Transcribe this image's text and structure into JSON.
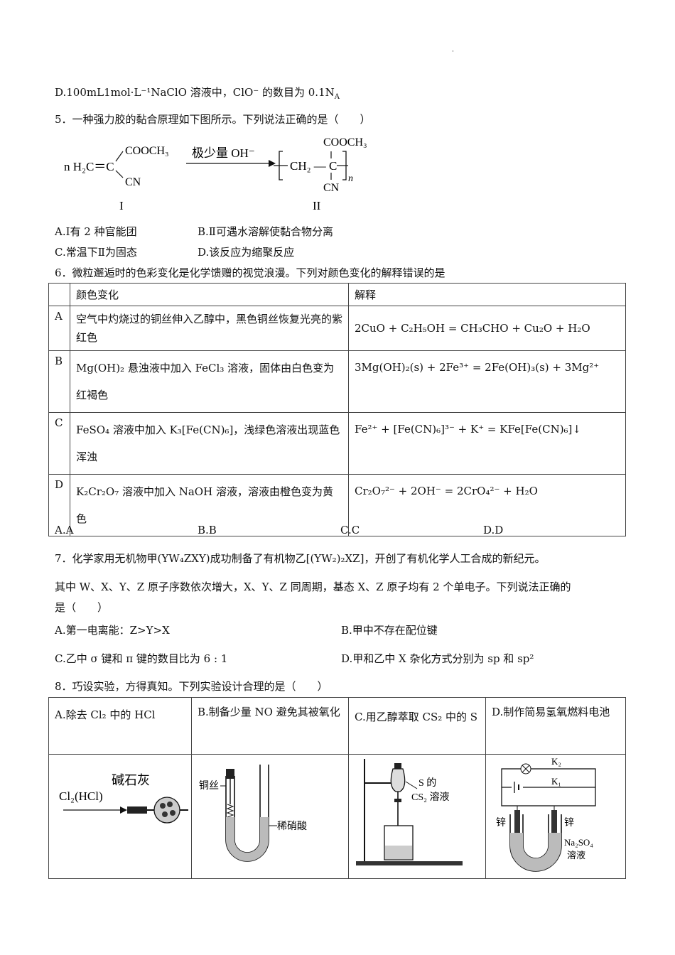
{
  "dot": "·",
  "q4d": "D.100mL1mol·L⁻¹NaClO 溶液中，ClO⁻ 的数目为 0.1N",
  "q4d_sub": "A",
  "q5": {
    "stem": "5．一种强力胶的黏合原理如下图所示。下列说法正确的是（　　）",
    "arrow_label": "极少量 OH⁻",
    "mono_left": "n H₂C＝C",
    "sub1": "COOCH₃",
    "sub2": "CN",
    "poly": "CH₂ — C",
    "poly_n": "n",
    "label_I": "I",
    "label_II": "II",
    "opt_a": "A.Ⅰ有 2 种官能团",
    "opt_b": "B.Ⅱ可遇水溶解使黏合物分离",
    "opt_c": "C.常温下Ⅱ为固态",
    "opt_d": "D.该反应为缩聚反应"
  },
  "q6": {
    "stem": "6．微粒邂逅时的色彩变化是化学馈赠的视觉浪漫。下列对颜色变化的解释错误的是",
    "head_change": "颜色变化",
    "head_explain": "解释",
    "rows": [
      {
        "key": "A",
        "change": "空气中灼烧过的铜丝伸入乙醇中，黑色铜丝恢复光亮的紫红色",
        "explain": "2CuO + C₂H₅OH = CH₃CHO + Cu₂O + H₂O"
      },
      {
        "key": "B",
        "change": "Mg(OH)₂ 悬浊液中加入 FeCl₃ 溶液，固体由白色变为红褐色",
        "explain": "3Mg(OH)₂(s) + 2Fe³⁺ = 2Fe(OH)₃(s) + 3Mg²⁺"
      },
      {
        "key": "C",
        "change": "FeSO₄ 溶液中加入 K₃[Fe(CN)₆]，浅绿色溶液出现蓝色浑浊",
        "explain": "Fe²⁺ + [Fe(CN)₆]³⁻ + K⁺ = KFe[Fe(CN)₆]↓"
      },
      {
        "key": "D",
        "change": "K₂Cr₂O₇ 溶液中加入 NaOH 溶液，溶液由橙色变为黄色",
        "explain": "Cr₂O₇²⁻ + 2OH⁻ = 2CrO₄²⁻ + H₂O"
      }
    ],
    "opt_a": "A.A",
    "opt_b": "B.B",
    "opt_c": "C.C",
    "opt_d": "D.D"
  },
  "q7": {
    "line1": "7．化学家用无机物甲(YW₄ZXY)成功制备了有机物乙[(YW₂)₂XZ]，开创了有机化学人工合成的新纪元。",
    "line2": "其中 W、X、Y、Z 原子序数依次增大，X、Y、Z 同周期，基态 X、Z 原子均有 2 个单电子。下列说法正确的",
    "line3": "是（　　）",
    "opt_a": "A.第一电离能：Z>Y>X",
    "opt_b": "B.甲中不存在配位键",
    "opt_c": "C.乙中 σ 键和 π 键的数目比为 6 : 1",
    "opt_d": "D.甲和乙中 X 杂化方式分别为 sp 和 sp²"
  },
  "q8": {
    "stem": "8．巧设实验，方得真知。下列实验设计合理的是（　　）",
    "cells": [
      "A.除去 Cl₂ 中的 HCl",
      "B.制备少量 NO 避免其被氧化",
      "C.用乙醇萃取 CS₂ 中的 S",
      "D.制作简易氢氧燃料电池"
    ],
    "figA": {
      "gas": "Cl₂(HCl)",
      "reagent": "碱石灰"
    },
    "figB": {
      "wire": "铜丝",
      "acid": "稀硝酸"
    },
    "figC": {
      "label1": "S 的",
      "label2": "CS₂ 溶液"
    },
    "figD": {
      "k1": "K₁",
      "k2": "K₂",
      "left": "锌",
      "right": "锌",
      "sol1": "Na₂SO₄",
      "sol2": "溶液"
    }
  }
}
